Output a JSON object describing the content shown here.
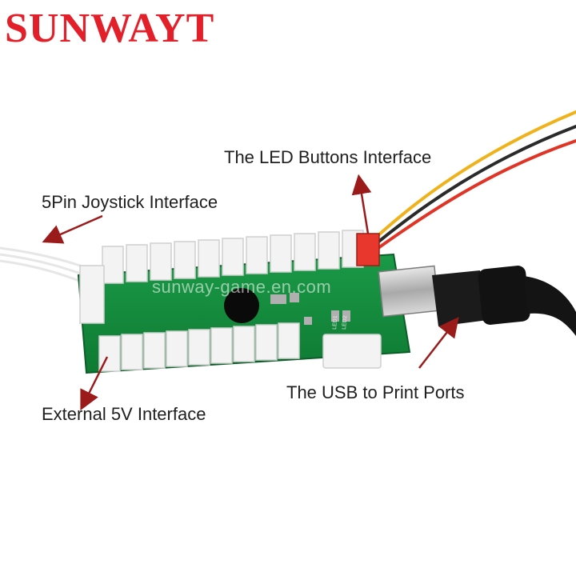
{
  "brand": {
    "name": "SUNWAYT"
  },
  "watermark": "sunway-game.en.com",
  "labels": {
    "led": "The LED Buttons Interface",
    "joystick": "5Pin Joystick Interface",
    "external": "External 5V Interface",
    "usb": "The USB to Print Ports"
  },
  "board_marks": {
    "led1": "LED1",
    "led2": "LED2"
  },
  "colors": {
    "brand": "#e3202a",
    "arrow": "#9b1b1b",
    "pcb": "#128a3c",
    "connector": "#f2f2f2",
    "plug": "#e8372c"
  }
}
